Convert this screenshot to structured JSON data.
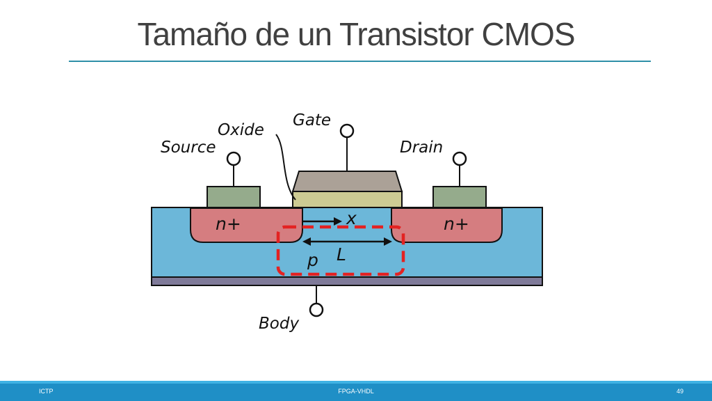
{
  "slide": {
    "title": "Tamaño de un Transistor CMOS"
  },
  "diagram": {
    "labels": {
      "gate": "Gate",
      "oxide": "Oxide",
      "source": "Source",
      "drain": "Drain",
      "body": "Body",
      "source_region": "n+",
      "drain_region": "n+",
      "substrate": "p",
      "length": "L",
      "x_axis": "x"
    },
    "colors": {
      "substrate": "#6cb7d9",
      "n_plus": "#d57d80",
      "gate_poly": "#aba197",
      "oxide": "#cdcb93",
      "contacts": "#95ab8c",
      "body_plate": "#7f7a99",
      "highlight": "#e32222"
    }
  },
  "footer": {
    "left": "ICTP",
    "center": "FPGA-VHDL",
    "page": "49"
  }
}
